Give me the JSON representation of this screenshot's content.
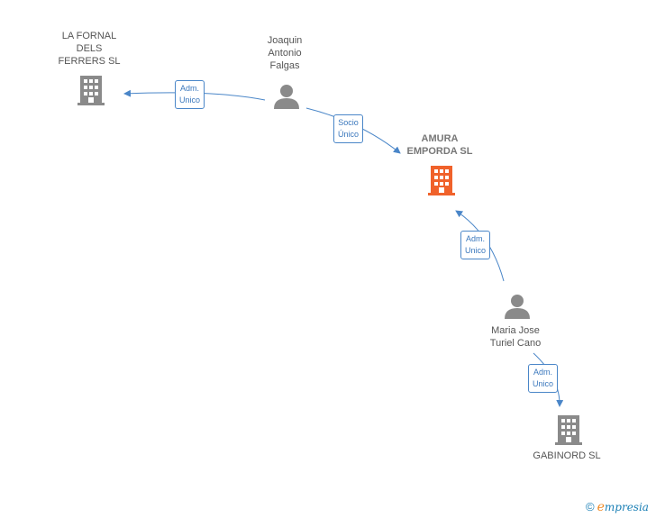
{
  "nodes": {
    "la_fornal": {
      "label": "LA FORNAL\nDELS\nFERRERS  SL",
      "type": "company"
    },
    "joaquin": {
      "label": "Joaquin\nAntonio\nFalgas",
      "type": "person"
    },
    "amura": {
      "label": "AMURA\nEMPORDA  SL",
      "type": "company",
      "highlight": true
    },
    "maria": {
      "label": "Maria Jose\nTuriel Cano",
      "type": "person"
    },
    "gabinord": {
      "label": "GABINORD SL",
      "type": "company"
    }
  },
  "edges": {
    "joaquin_la_fornal": "Adm.\nUnico",
    "joaquin_amura": "Socio\nÚnico",
    "maria_amura": "Adm.\nUnico",
    "maria_gabinord": "Adm.\nUnico"
  },
  "colors": {
    "edge": "#4a86c8",
    "company": "#8a8a8a",
    "company_highlight": "#f0622b",
    "person": "#8a8a8a"
  },
  "brand": {
    "copyright": "©",
    "e": "e",
    "rest": "mpresia"
  }
}
